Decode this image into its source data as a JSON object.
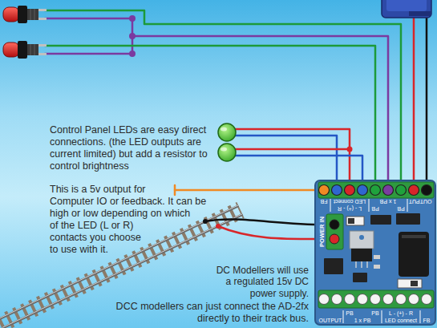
{
  "diagram": {
    "nodes": [
      {
        "text": [
          "OUTPUT",
          "PB",
          "1 x PB",
          "PB",
          "L - (+) - R",
          "LED connect",
          "FB",
          "POWER IN",
          "OUTPUT",
          "PB",
          "1 x PB",
          "PB",
          "L - (+) - R",
          "LED connect",
          "FB"
        ]
      }
    ],
    "labels": [
      "Control Panel LEDs are easy direct connections. (the LED outputs are current limited) but add a resistor to control brightness",
      "This is a 5v output for Computer IO or feedback. It can be high or low depending on which of the LED (L or R) contacts you choose to use with it.",
      "DC Modellers will use a regulated 15v DC power supply.",
      "DCC modellers can just connect the AD-2fx directly to their track bus."
    ]
  }
}
